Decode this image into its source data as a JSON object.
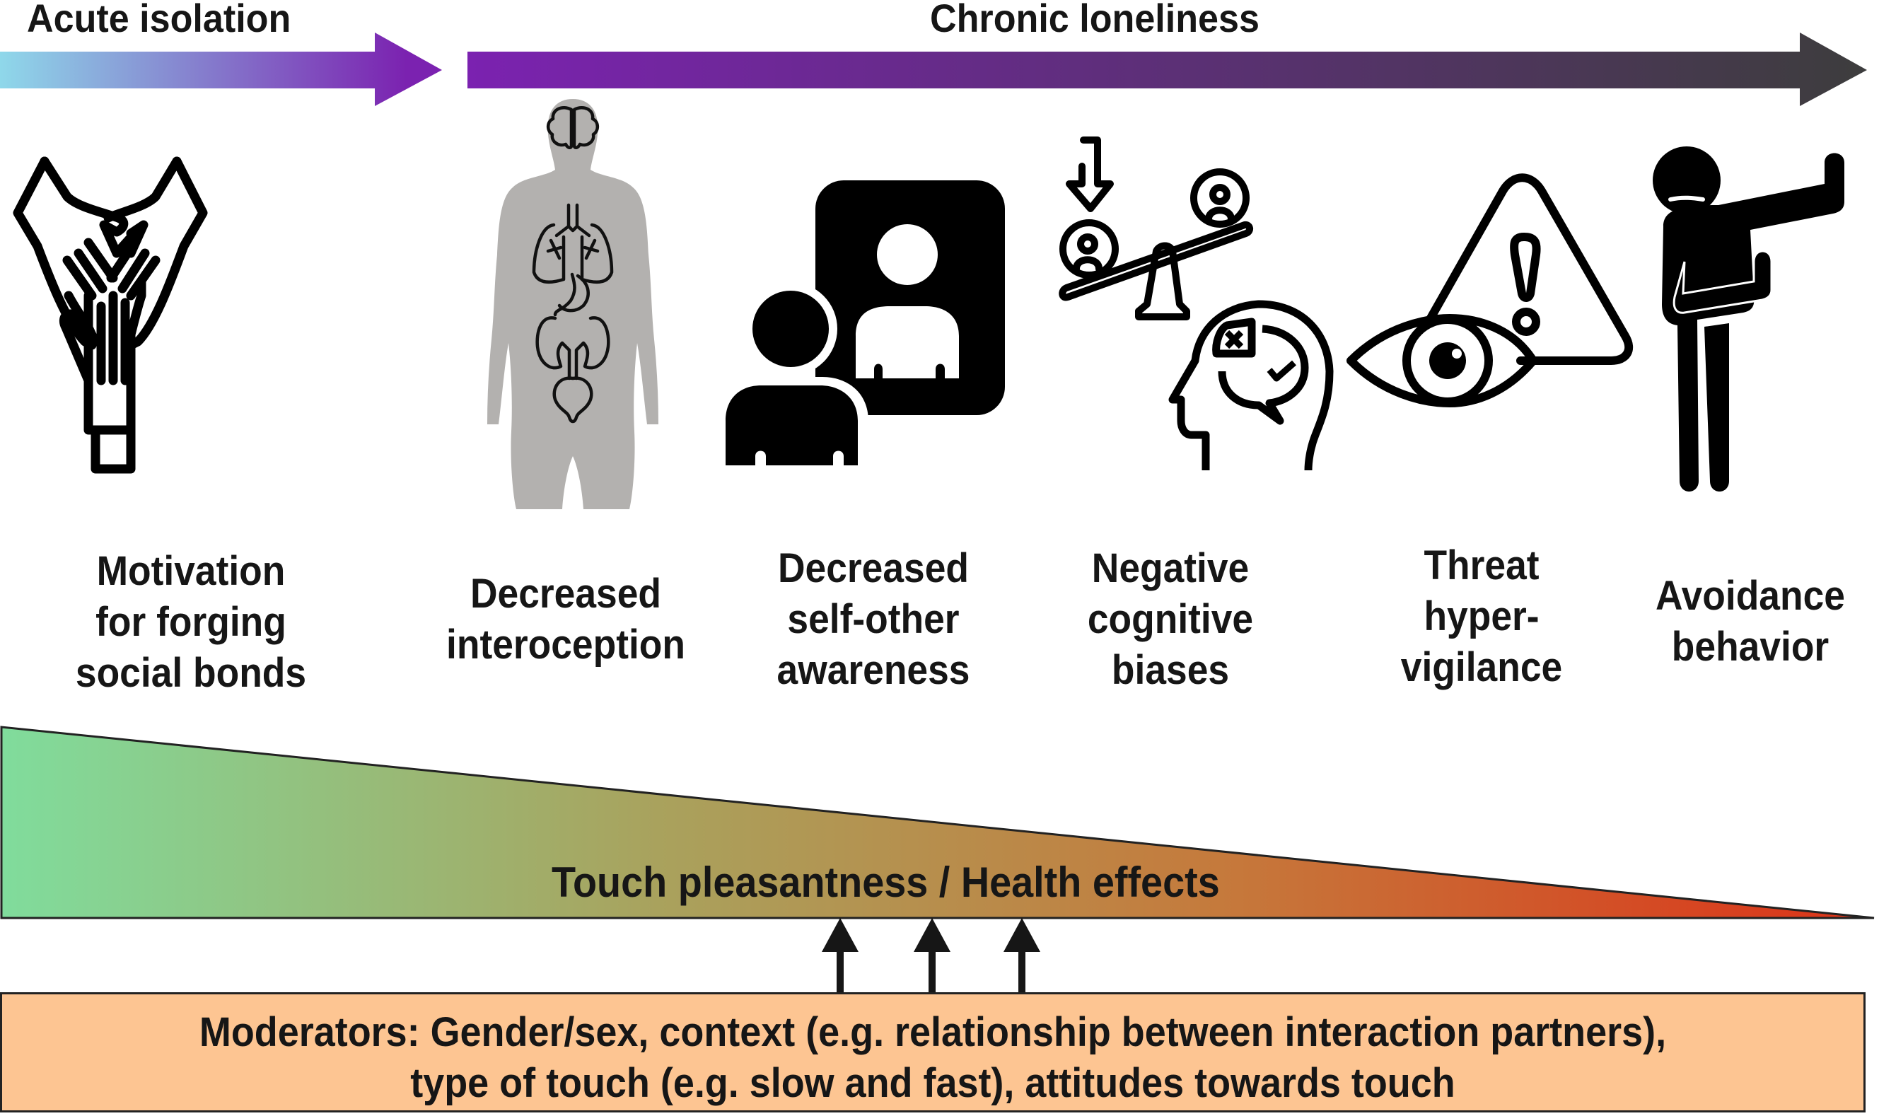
{
  "timeline": {
    "acute": {
      "title": "Acute isolation",
      "gradient": [
        "#8fd8ea",
        "#7b22b0"
      ]
    },
    "chronic": {
      "title": "Chronic loneliness",
      "gradient": [
        "#7b22b0",
        "#3d3d3d"
      ]
    }
  },
  "stages": [
    {
      "id": "motivation",
      "icon": "hands-together-icon",
      "label": "Motivation\nfor forging\nsocial bonds"
    },
    {
      "id": "interoception",
      "icon": "body-organs-icon",
      "label": "Decreased\ninteroception"
    },
    {
      "id": "self-other",
      "icon": "self-other-persons-icon",
      "label": "Decreased\nself-other\nawareness"
    },
    {
      "id": "cognitive",
      "icon": "seesaw-head-bias-icon",
      "label": "Negative\ncognitive\nbiases"
    },
    {
      "id": "hypervigilance",
      "icon": "eye-warning-icon",
      "label": "Threat\nhyper-\nvigilance"
    },
    {
      "id": "avoidance",
      "icon": "avoiding-person-icon",
      "label": "Avoidance\nbehavior"
    }
  ],
  "effects": {
    "label": "Touch pleasantness / Health effects",
    "gradient": [
      "#80dc9c",
      "#a9a25d",
      "#c57a3c",
      "#dc3218"
    ]
  },
  "moderators": {
    "text": "Moderators: Gender/sex, context (e.g. relationship between interaction partners),\ntype of touch (e.g. slow and fast), attitudes towards touch",
    "arrow_count": 3,
    "background": "#fdc592"
  },
  "colors": {
    "icon": "#000000",
    "body_silhouette": "#b3b1af"
  }
}
